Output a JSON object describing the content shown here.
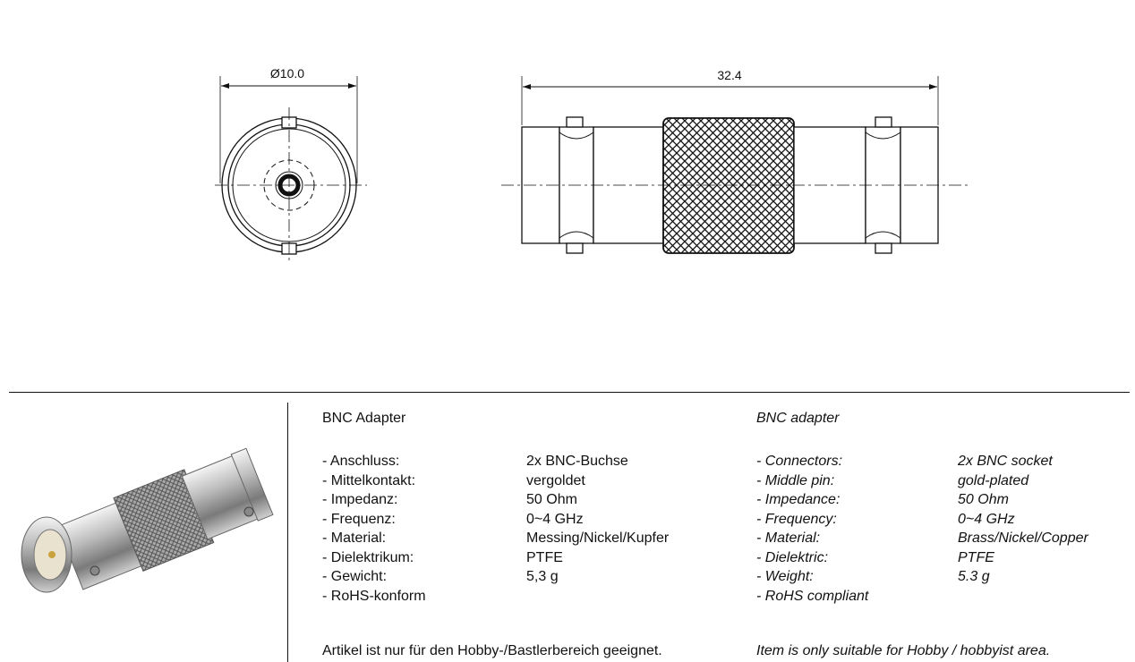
{
  "drawing": {
    "front_dimension": "Ø10.0",
    "side_dimension": "32.4"
  },
  "spec_de": {
    "title": "BNC Adapter",
    "rows": [
      {
        "label": "- Anschluss:",
        "value": "2x BNC-Buchse"
      },
      {
        "label": "- Mittelkontakt:",
        "value": "vergoldet"
      },
      {
        "label": "- Impedanz:",
        "value": "50 Ohm"
      },
      {
        "label": "- Frequenz:",
        "value": "0~4 GHz"
      },
      {
        "label": "- Material:",
        "value": "Messing/Nickel/Kupfer"
      },
      {
        "label": "- Dielektrikum:",
        "value": "PTFE"
      },
      {
        "label": "- Gewicht:",
        "value": "5,3 g"
      },
      {
        "label": "- RoHS-konform",
        "value": ""
      }
    ],
    "note": "Artikel ist nur für den Hobby-/Bastlerbereich geeignet."
  },
  "spec_en": {
    "title": "BNC adapter",
    "rows": [
      {
        "label": "- Connectors:",
        "value": "2x BNC socket"
      },
      {
        "label": "- Middle pin:",
        "value": "gold-plated"
      },
      {
        "label": "- Impedance:",
        "value": "50 Ohm"
      },
      {
        "label": "- Frequency:",
        "value": "0~4 GHz"
      },
      {
        "label": "- Material:",
        "value": "Brass/Nickel/Copper"
      },
      {
        "label": "- Dielektric:",
        "value": "PTFE"
      },
      {
        "label": "- Weight:",
        "value": "5.3 g"
      },
      {
        "label": "- RoHS compliant",
        "value": ""
      }
    ],
    "note": "Item is only suitable for Hobby / hobbyist area."
  },
  "photo": {
    "icon": "bnc-adapter-product-photo"
  }
}
